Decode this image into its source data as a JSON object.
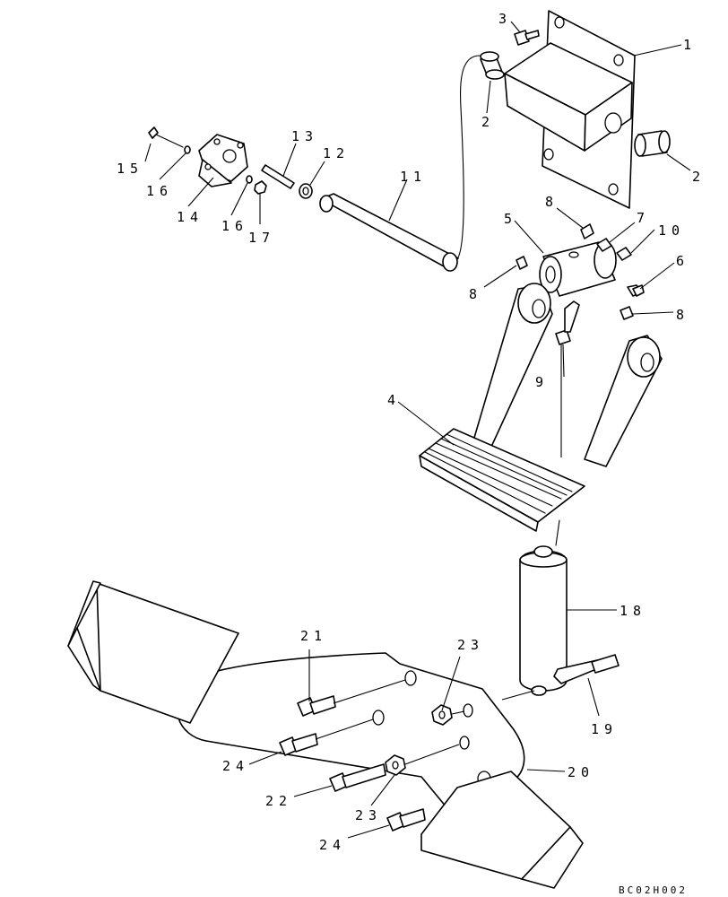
{
  "drawing_code": "BC02H002",
  "callouts": {
    "c1": "1",
    "c2a": "2",
    "c2b": "2",
    "c3": "3",
    "c4": "4",
    "c5": "5",
    "c6": "6",
    "c7": "7",
    "c8a": "8",
    "c8b": "8",
    "c8c": "8",
    "c9": "9",
    "c10": "10",
    "c11": "11",
    "c12": "12",
    "c13": "13",
    "c14": "14",
    "c15": "15",
    "c16a": "16",
    "c16b": "16",
    "c17": "17",
    "c18": "18",
    "c19": "19",
    "c20": "20",
    "c21": "21",
    "c22": "22",
    "c23a": "23",
    "c23b": "23",
    "c24a": "24",
    "c24b": "24"
  }
}
